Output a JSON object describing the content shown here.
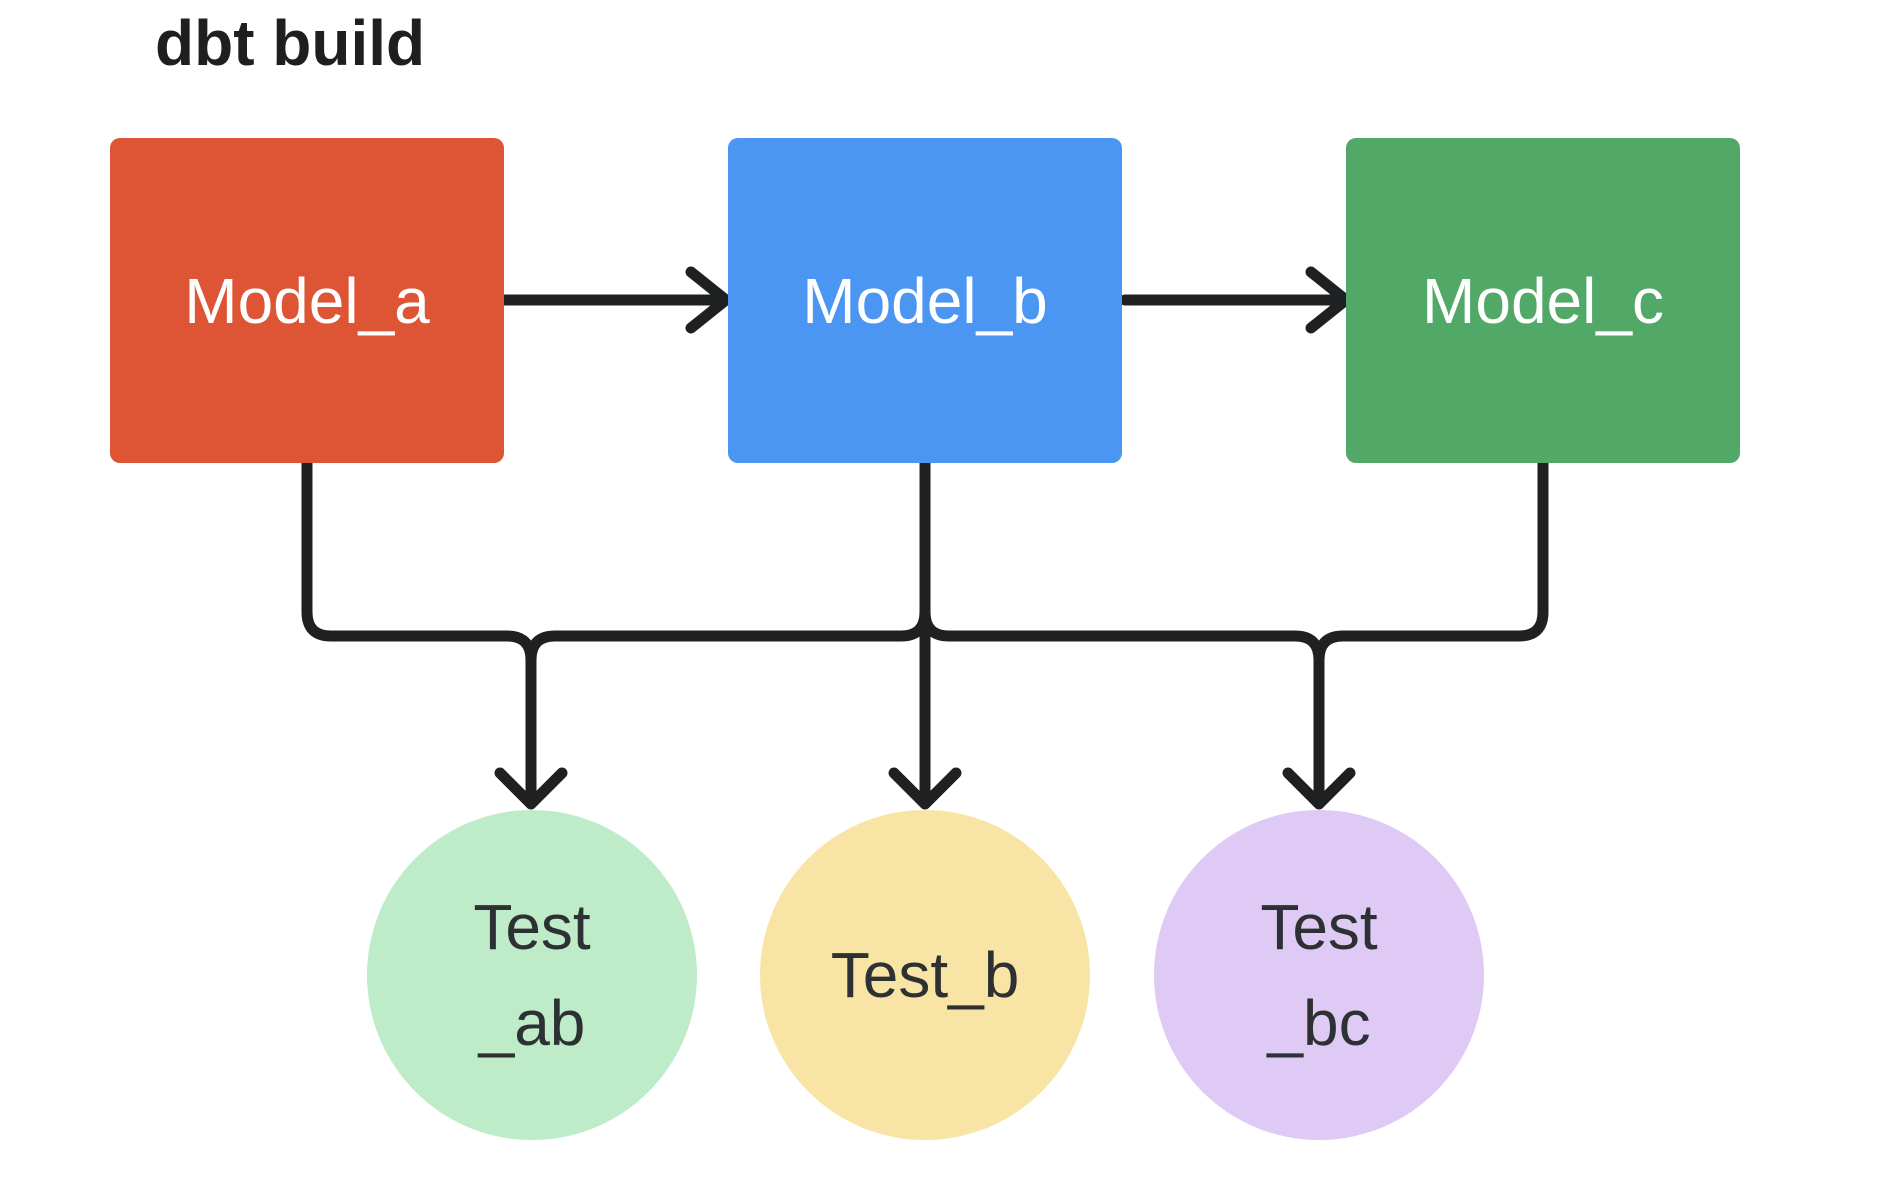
{
  "title": "dbt build",
  "colors": {
    "model_a": "#dd5534",
    "model_b": "#4a96f2",
    "model_c": "#52a867",
    "test_ab": "#beebc8",
    "test_b": "#f8e5a6",
    "test_bc": "#decaf5",
    "edge": "#1f2022",
    "box_text": "#ffffff",
    "circle_text": "#2d3133",
    "title_text": "#1f1f1f",
    "background": "#ffffff"
  },
  "nodes": {
    "model_a": {
      "label": "Model_a",
      "shape": "rectangle"
    },
    "model_b": {
      "label": "Model_b",
      "shape": "rectangle"
    },
    "model_c": {
      "label": "Model_c",
      "shape": "rectangle"
    },
    "test_ab": {
      "lines": [
        "Test",
        "_ab"
      ],
      "shape": "circle"
    },
    "test_b": {
      "lines": [
        "Test_b"
      ],
      "shape": "circle"
    },
    "test_bc": {
      "lines": [
        "Test",
        "_bc"
      ],
      "shape": "circle"
    }
  },
  "edges": [
    {
      "from": "Model_a",
      "to": "Model_b"
    },
    {
      "from": "Model_b",
      "to": "Model_c"
    },
    {
      "from": "Model_a",
      "to": "Test_ab"
    },
    {
      "from": "Model_b",
      "to": "Test_ab"
    },
    {
      "from": "Model_b",
      "to": "Test_b"
    },
    {
      "from": "Model_b",
      "to": "Test_bc"
    },
    {
      "from": "Model_c",
      "to": "Test_bc"
    }
  ]
}
